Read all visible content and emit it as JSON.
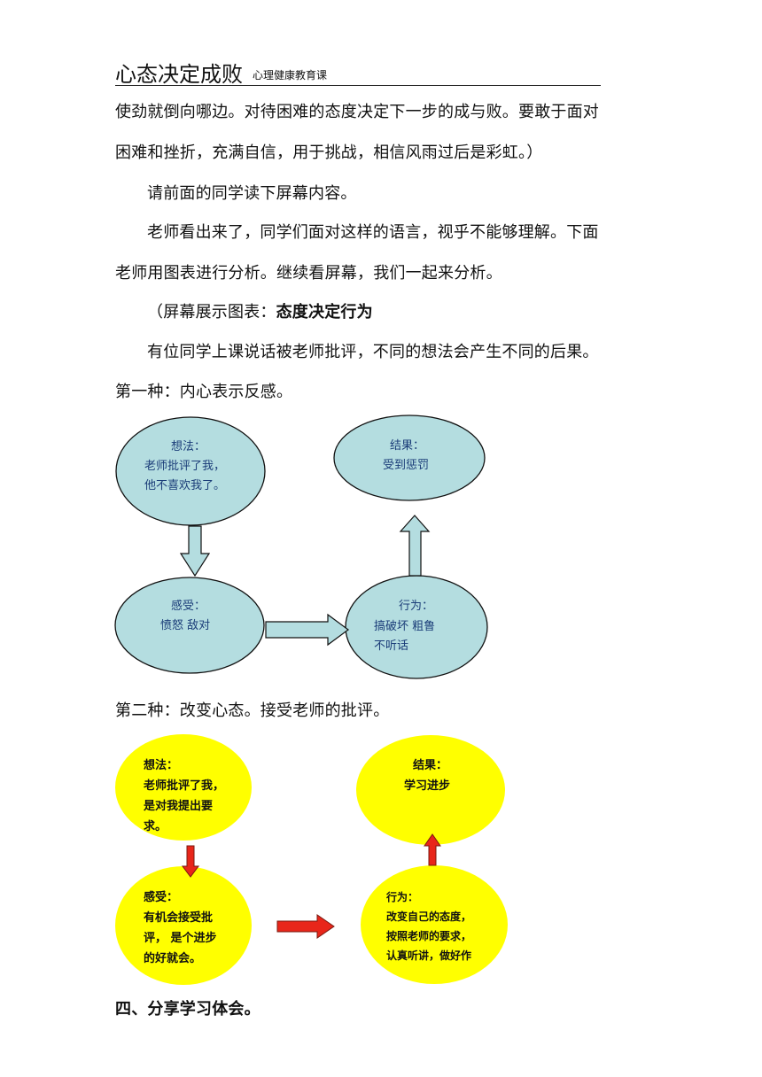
{
  "header": {
    "title": "心态决定成败",
    "subtitle": "心理健康教育课"
  },
  "paragraphs": {
    "p1_line1": "使劲就倒向哪边。对待困难的态度决定下一步的成与败。要敢于面对",
    "p1_line2": "困难和挫折，充满自信，用于挑战，相信风雨过后是彩虹。）",
    "p2": "请前面的同学读下屏幕内容。",
    "p3_line1": "老师看出来了，同学们面对这样的语言，视乎不能够理解。下面",
    "p3_line2": "老师用图表进行分析。继续看屏幕，我们一起来分析。",
    "p4_prefix": "（屏幕展示图表：",
    "p4_bold": "态度决定行为",
    "p5_line1": "有位同学上课说话被老师批评，不同的想法会产生不同的后果。",
    "p5_line2": "第一种：内心表示反感。",
    "p6": "第二种：改变心态。接受老师的批评。",
    "p7": "四、分享学习体会。"
  },
  "diagram1": {
    "fill_color": "#b4dde0",
    "text_color": "#1a3c78",
    "thought": {
      "title": "想法：",
      "line1": "老师批评了我，",
      "line2": "他不喜欢我了。"
    },
    "feeling": {
      "title": "感受：",
      "line1": "愤怒  敌对"
    },
    "behavior": {
      "title": "行为：",
      "line1": "搞破坏    粗鲁",
      "line2": "不听话"
    },
    "result": {
      "title": "结果：",
      "line1": "受到惩罚"
    }
  },
  "diagram2": {
    "fill_color": "#ffff00",
    "arrow_color": "#e8261a",
    "thought": {
      "title": "想法：",
      "line1": "老师批评了我，",
      "line2": "是对我提出要",
      "line3": "求。"
    },
    "feeling": {
      "title": "感受：",
      "line1": "有机会接受批",
      "line2": "评， 是个进步",
      "line3": "的好就会。"
    },
    "behavior": {
      "title": "行为：",
      "line1": "改变自己的态度，",
      "line2": "按照老师的要求，",
      "line3": "认真听讲，做好作"
    },
    "result": {
      "title": "结果：",
      "line1": "学习进步"
    }
  }
}
